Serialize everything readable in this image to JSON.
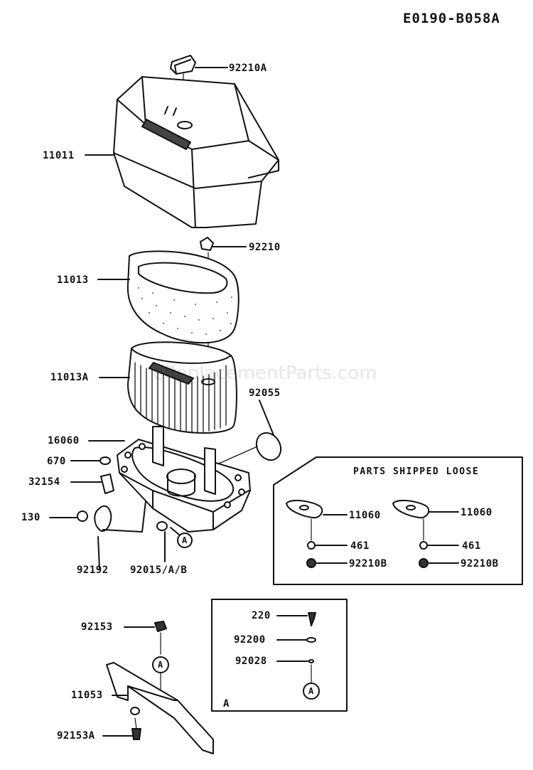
{
  "ref_code": "E0190-B058A",
  "watermark": "eReplacementParts.com",
  "loose_box": {
    "title": "PARTS SHIPPED LOOSE"
  },
  "callout_letter": "A",
  "parts": {
    "p92210A": "92210A",
    "p11011": "11011",
    "p92210": "92210",
    "p11013": "11013",
    "p11013A": "11013A",
    "p92055": "92055",
    "p16060": "16060",
    "p670": "670",
    "p32154": "32154",
    "p130": "130",
    "p92192": "92192",
    "p92015": "92015/A/B",
    "p11060_left": "11060",
    "p11060_right": "11060",
    "p461_left": "461",
    "p461_right": "461",
    "p92210B_left": "92210B",
    "p92210B_right": "92210B",
    "p220": "220",
    "p92200": "92200",
    "p92028": "92028",
    "p92153": "92153",
    "p11053": "11053",
    "p92153A": "92153A"
  }
}
